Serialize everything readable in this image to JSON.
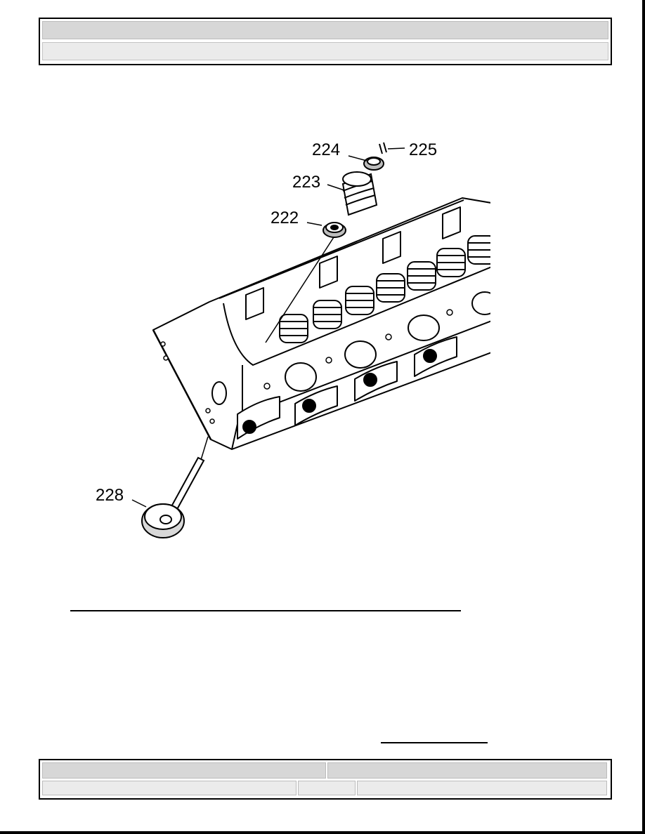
{
  "header": {
    "title": "",
    "subtitle": ""
  },
  "figure": {
    "callouts": {
      "c222": "222",
      "c223": "223",
      "c224": "224",
      "c225": "225",
      "c228": "228"
    }
  },
  "footer": {
    "left_top": "",
    "right_top": "",
    "left_bottom": "",
    "middle_bottom": "",
    "right_bottom": ""
  }
}
